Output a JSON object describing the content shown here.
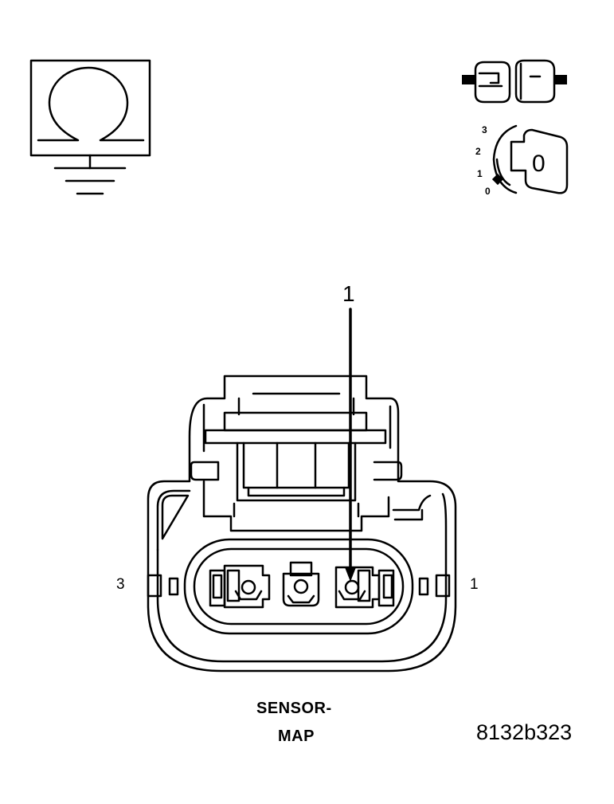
{
  "callout_label": "1",
  "pin_labels": {
    "left": "3",
    "right": "1"
  },
  "component_name": {
    "line1": "SENSOR-",
    "line2": "MAP"
  },
  "figure_id": "8132b323",
  "ignition_switch": {
    "scale": [
      "3",
      "2",
      "1",
      "0"
    ],
    "key_position": "0"
  },
  "icons": {
    "meter": "ohmmeter-ground-icon",
    "connector": "disconnected-connector-icon",
    "ignition": "ignition-key-icon"
  },
  "colors": {
    "line": "#000000",
    "background": "#ffffff"
  }
}
